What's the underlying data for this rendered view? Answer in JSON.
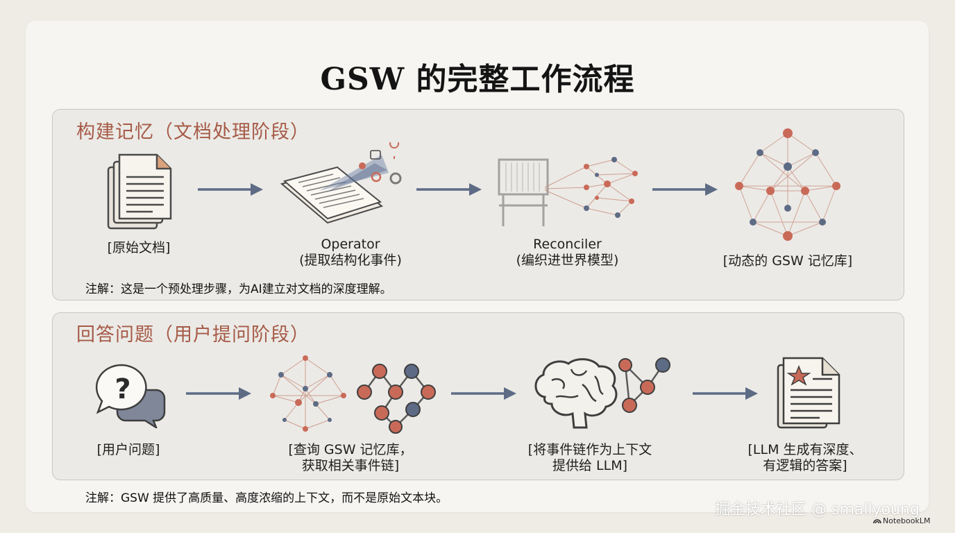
{
  "title": "GSW 的完整工作流程",
  "section_build": {
    "title": "构建记忆（文档处理阶段）",
    "steps": [
      {
        "label": "[原始文档]",
        "icon": "document-stack-icon"
      },
      {
        "label_line1": "Operator",
        "label_line2": "(提取结构化事件)",
        "icon": "document-extraction-icon"
      },
      {
        "label_line1": "Reconciler",
        "label_line2": "(编织进世界模型)",
        "icon": "loom-network-icon"
      },
      {
        "label": "[动态的 GSW 记忆库]",
        "icon": "knowledge-network-icon"
      }
    ],
    "note": "注解：这是一个预处理步骤，为AI建立对文档的深度理解。"
  },
  "section_answer": {
    "title": "回答问题（用户提问阶段）",
    "steps": [
      {
        "label": "[用户问题]",
        "icon": "question-bubble-icon"
      },
      {
        "label_line1": "[查询 GSW 记忆库，",
        "label_line2": "获取相关事件链]",
        "icon": "network-query-icon"
      },
      {
        "label_line1": "[将事件链作为上下文",
        "label_line2": "提供给 LLM]",
        "icon": "brain-chain-icon"
      },
      {
        "label_line1": "[LLM 生成有深度、",
        "label_line2": "有逻辑的答案]",
        "icon": "answer-document-icon"
      }
    ],
    "note": "注解：GSW 提供了高质量、高度浓缩的上下文，而不是原始文本块。"
  },
  "watermark": "掘金技术社区 @ smallyoung",
  "brand": "NotebookLM",
  "colors": {
    "accent": "#a65a47",
    "arrow": "#5d6b85",
    "node_red": "#c96a58",
    "node_blue": "#5d6b85"
  }
}
